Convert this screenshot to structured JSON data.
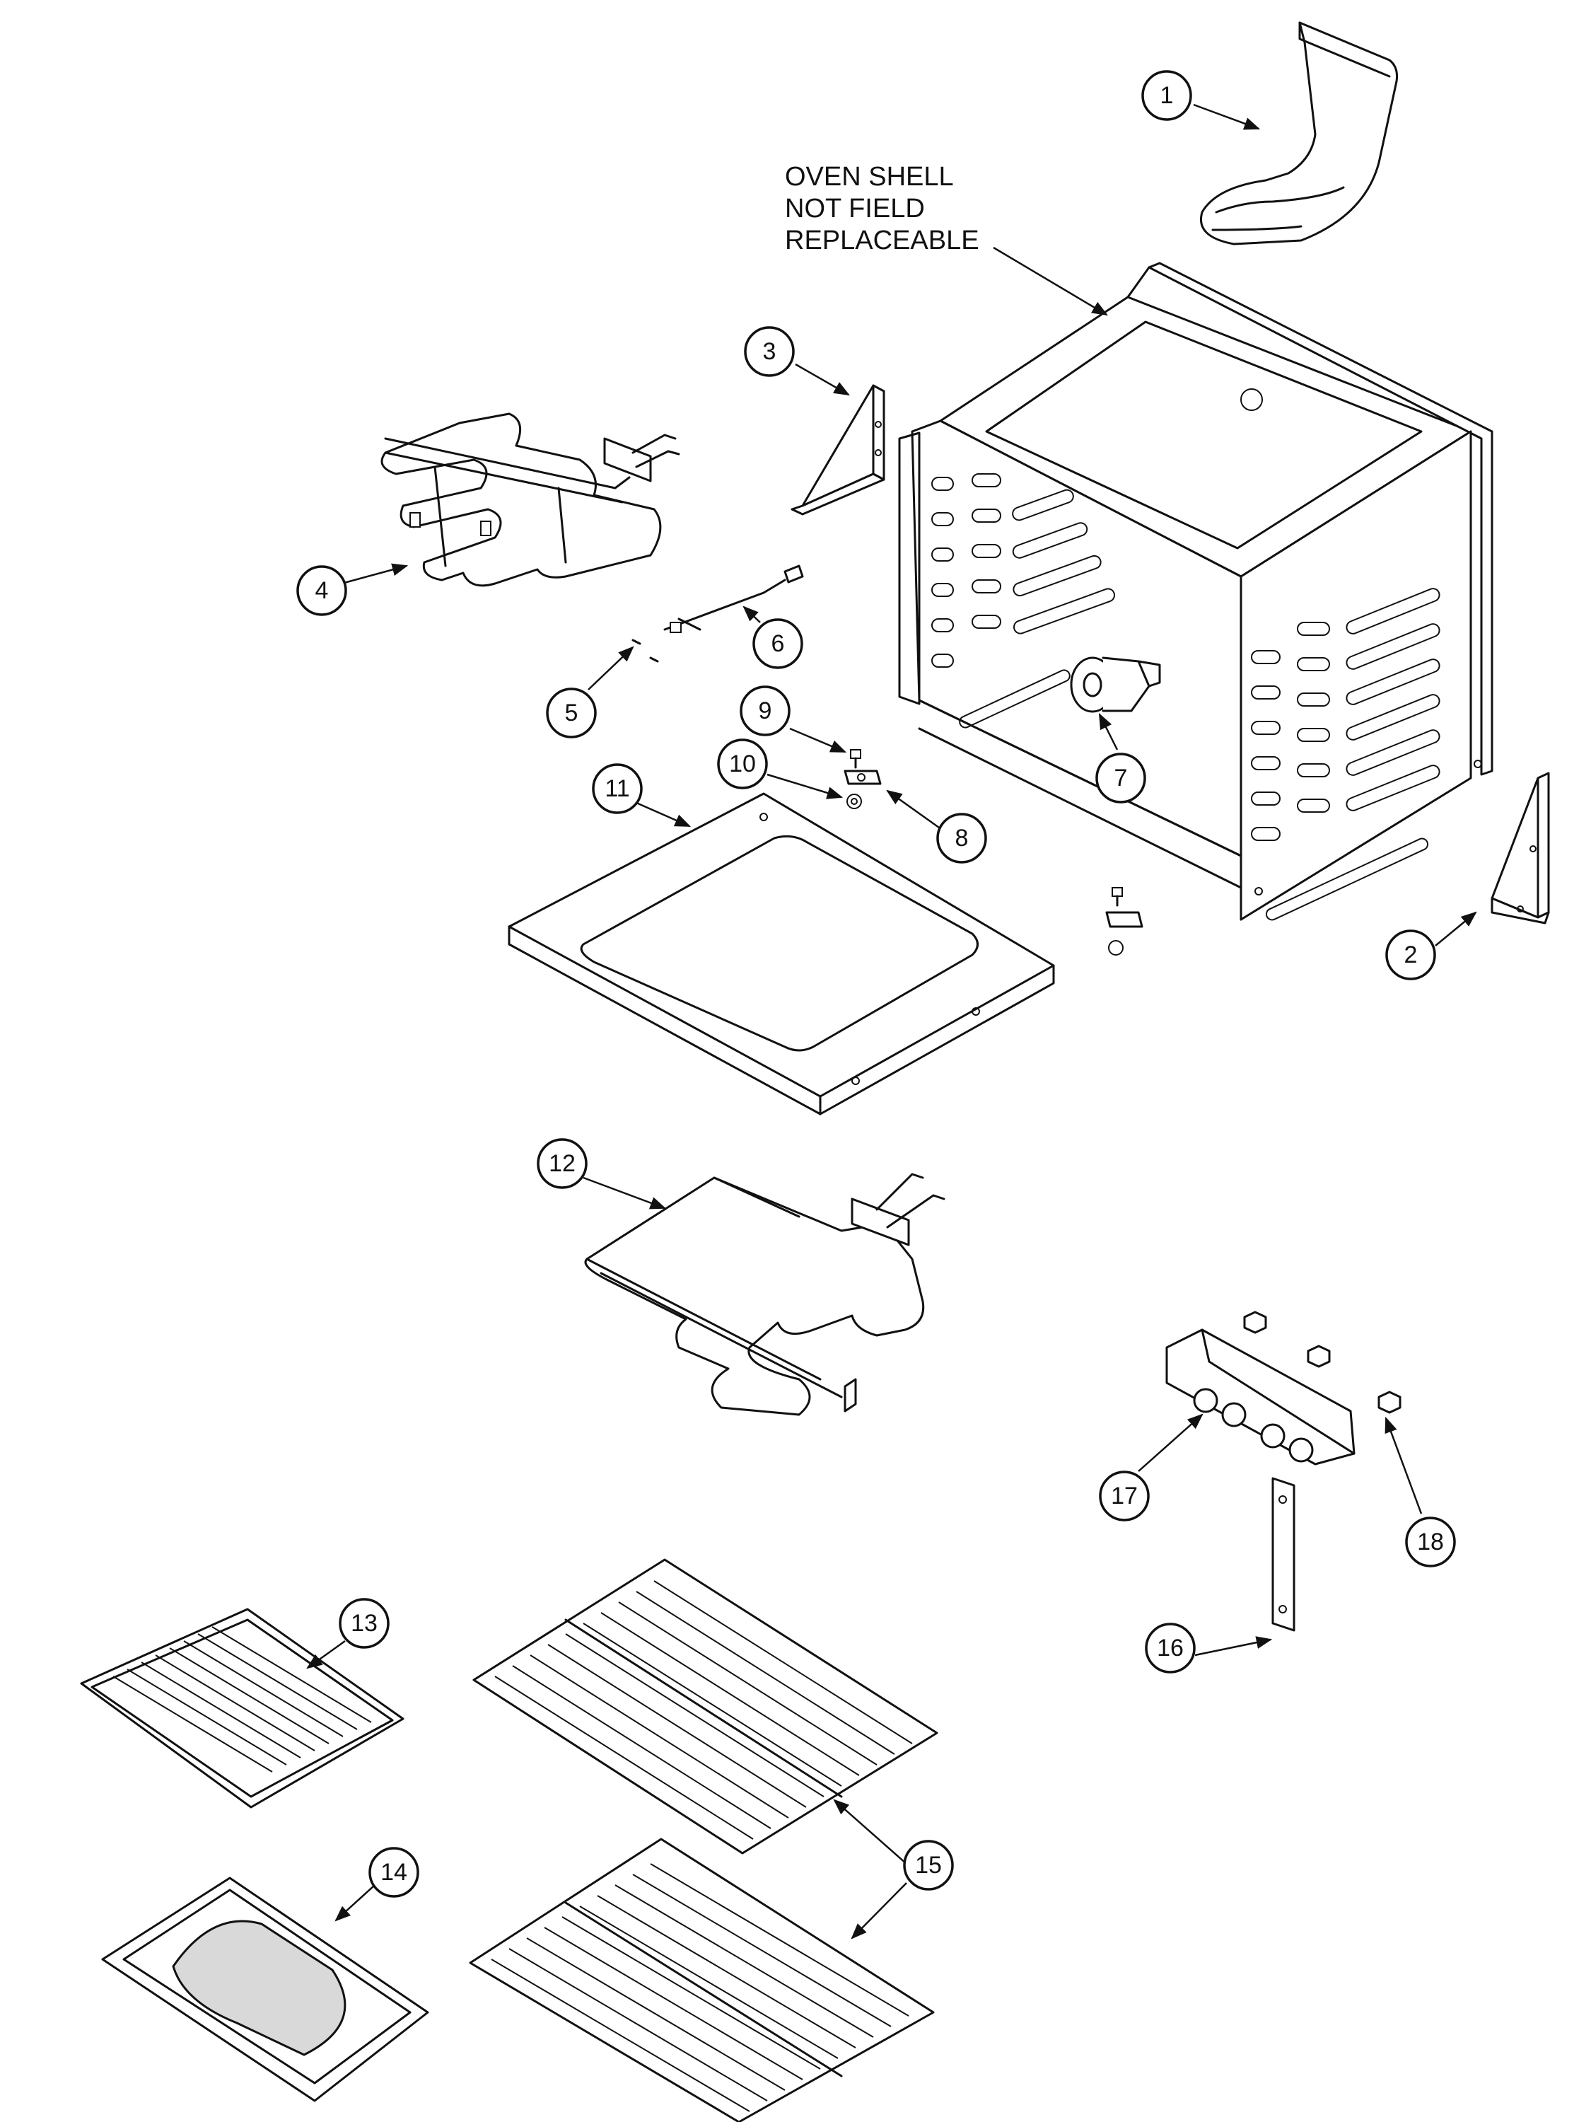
{
  "note": {
    "lines": [
      "OVEN SHELL",
      "NOT FIELD",
      "REPLACEABLE"
    ]
  },
  "callouts": [
    {
      "label": "1"
    },
    {
      "label": "2"
    },
    {
      "label": "3"
    },
    {
      "label": "4"
    },
    {
      "label": "5"
    },
    {
      "label": "6"
    },
    {
      "label": "7"
    },
    {
      "label": "8"
    },
    {
      "label": "9"
    },
    {
      "label": "10"
    },
    {
      "label": "11"
    },
    {
      "label": "12"
    },
    {
      "label": "13"
    },
    {
      "label": "14"
    },
    {
      "label": "15"
    },
    {
      "label": "16"
    },
    {
      "label": "17"
    },
    {
      "label": "18"
    }
  ]
}
